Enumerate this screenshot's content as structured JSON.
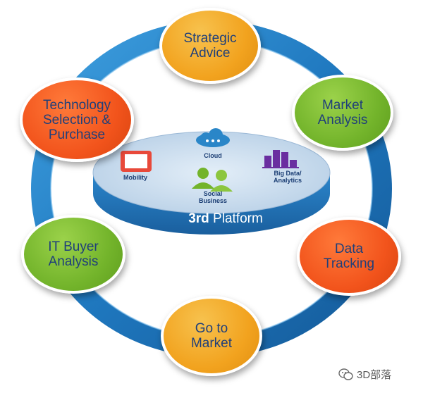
{
  "platform": {
    "title_bold": "3rd",
    "title_rest": "Platform",
    "icons": {
      "cloud": "Cloud",
      "mobility": "Mobility",
      "social": "Social\nBusiness",
      "bigdata": "Big Data/\nAnalytics"
    }
  },
  "nodes": {
    "strategic_advice": "Strategic\nAdvice",
    "market_analysis": "Market\nAnalysis",
    "data_tracking": "Data\nTracking",
    "go_to_market": "Go to\nMarket",
    "it_buyer_analysis": "IT Buyer\nAnalysis",
    "technology_selection": "Technology\nSelection &\nPurchase"
  },
  "colors": {
    "ring": "#2a86c8",
    "orange": "#f2a31f",
    "green": "#73b42b",
    "red": "#f2541c",
    "platform_top": "#cfe0f0",
    "platform_side": "#1f6fb2"
  },
  "watermark": {
    "text": "3D部落",
    "icon": "wechat-icon"
  }
}
